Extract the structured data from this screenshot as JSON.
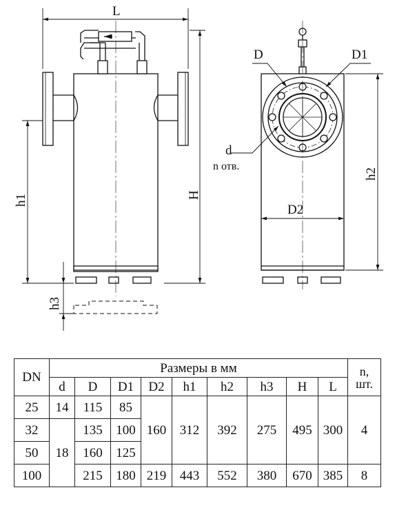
{
  "drawing": {
    "labels": {
      "L": "L",
      "H": "H",
      "h1": "h1",
      "h2": "h2",
      "h3": "h3",
      "D": "D",
      "D1": "D1",
      "D2": "D2",
      "d": "d",
      "n_otv": "n отв."
    }
  },
  "table": {
    "dn_header": "DN",
    "dims_header": "Размеры в мм",
    "n_header": "n,\nшт.",
    "cols": [
      "d",
      "D",
      "D1",
      "D2",
      "h1",
      "h2",
      "h3",
      "H",
      "L"
    ],
    "dn": [
      "25",
      "32",
      "50",
      "100"
    ],
    "d": [
      "14",
      "18"
    ],
    "D": [
      "115",
      "135",
      "160",
      "215"
    ],
    "D1": [
      "85",
      "100",
      "125",
      "180"
    ],
    "D2": [
      "160",
      "219"
    ],
    "h1": [
      "312",
      "443"
    ],
    "h2": [
      "392",
      "552"
    ],
    "h3": [
      "275",
      "380"
    ],
    "H": [
      "495",
      "670"
    ],
    "L": [
      "300",
      "385"
    ],
    "n": [
      "4",
      "8"
    ]
  }
}
